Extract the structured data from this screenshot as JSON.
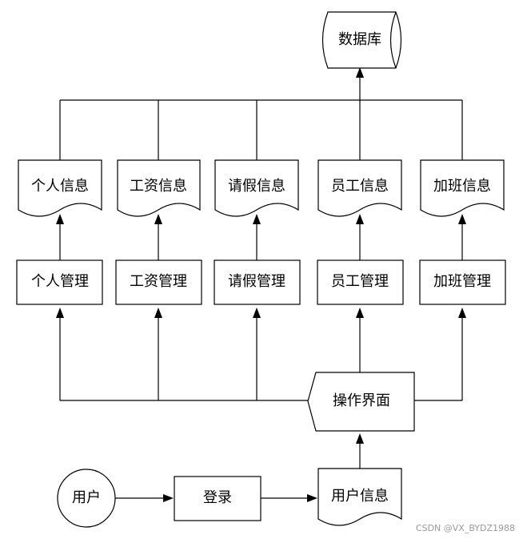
{
  "diagram": {
    "database": "数据库",
    "documents": {
      "personal_info": "个人信息",
      "salary_info": "工资信息",
      "leave_info": "请假信息",
      "employee_info": "员工信息",
      "overtime_info": "加班信息"
    },
    "modules": {
      "personal_mgmt": "个人管理",
      "salary_mgmt": "工资管理",
      "leave_mgmt": "请假管理",
      "employee_mgmt": "员工管理",
      "overtime_mgmt": "加班管理"
    },
    "interface": "操作界面",
    "user": "用户",
    "login": "登录",
    "user_info": "用户信息"
  },
  "watermark": "CSDN @VX_BYDZ1988"
}
